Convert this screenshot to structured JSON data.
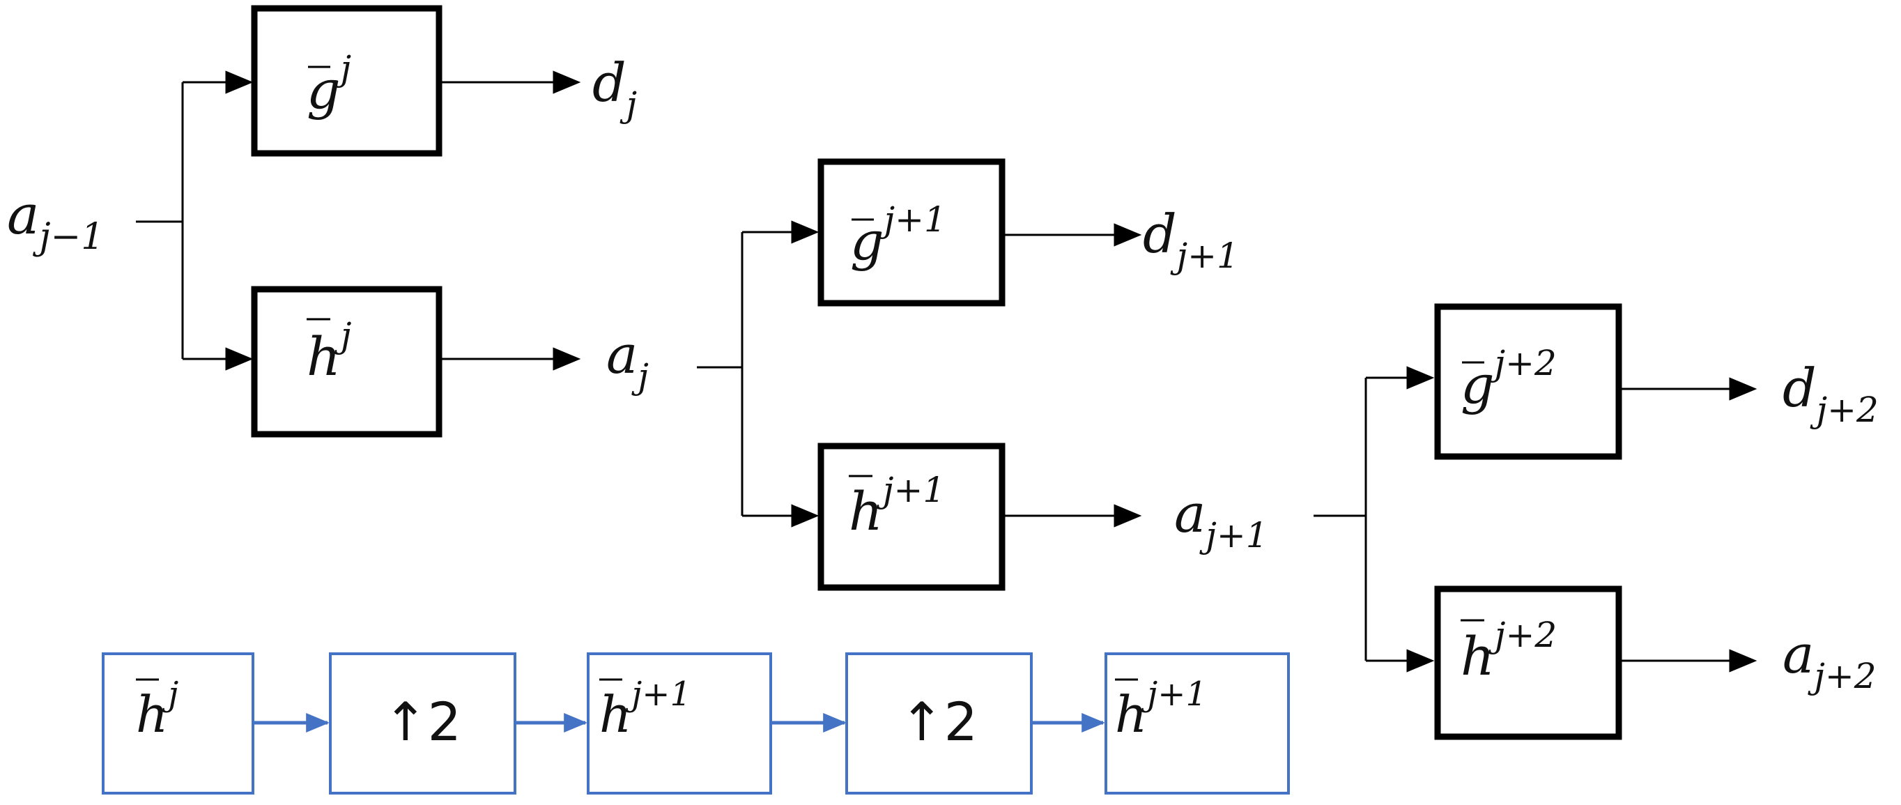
{
  "tree": {
    "level0": {
      "input": {
        "base": "a",
        "sub": "j−1"
      },
      "g_box": {
        "base": "g",
        "sup": "j"
      },
      "h_box": {
        "base": "h",
        "sup": "j"
      },
      "detail_out": {
        "base": "d",
        "sub": "j"
      },
      "approx_out": {
        "base": "a",
        "sub": "j"
      }
    },
    "level1": {
      "g_box": {
        "base": "g",
        "sup": "j+1"
      },
      "h_box": {
        "base": "h",
        "sup": "j+1"
      },
      "detail_out": {
        "base": "d",
        "sub": "j+1"
      },
      "approx_out": {
        "base": "a",
        "sub": "j+1"
      }
    },
    "level2": {
      "g_box": {
        "base": "g",
        "sup": "j+2"
      },
      "h_box": {
        "base": "h",
        "sup": "j+2"
      },
      "detail_out": {
        "base": "d",
        "sub": "j+2"
      },
      "approx_out": {
        "base": "a",
        "sub": "j+2"
      }
    }
  },
  "filter_chain": {
    "accent_color": "#4472c4",
    "boxes": [
      {
        "base": "h",
        "sup": "j"
      },
      {
        "plain": "↑2"
      },
      {
        "base": "h",
        "sup": "j+1"
      },
      {
        "plain": "↑2"
      },
      {
        "base": "h",
        "sup": "j+1"
      }
    ]
  }
}
